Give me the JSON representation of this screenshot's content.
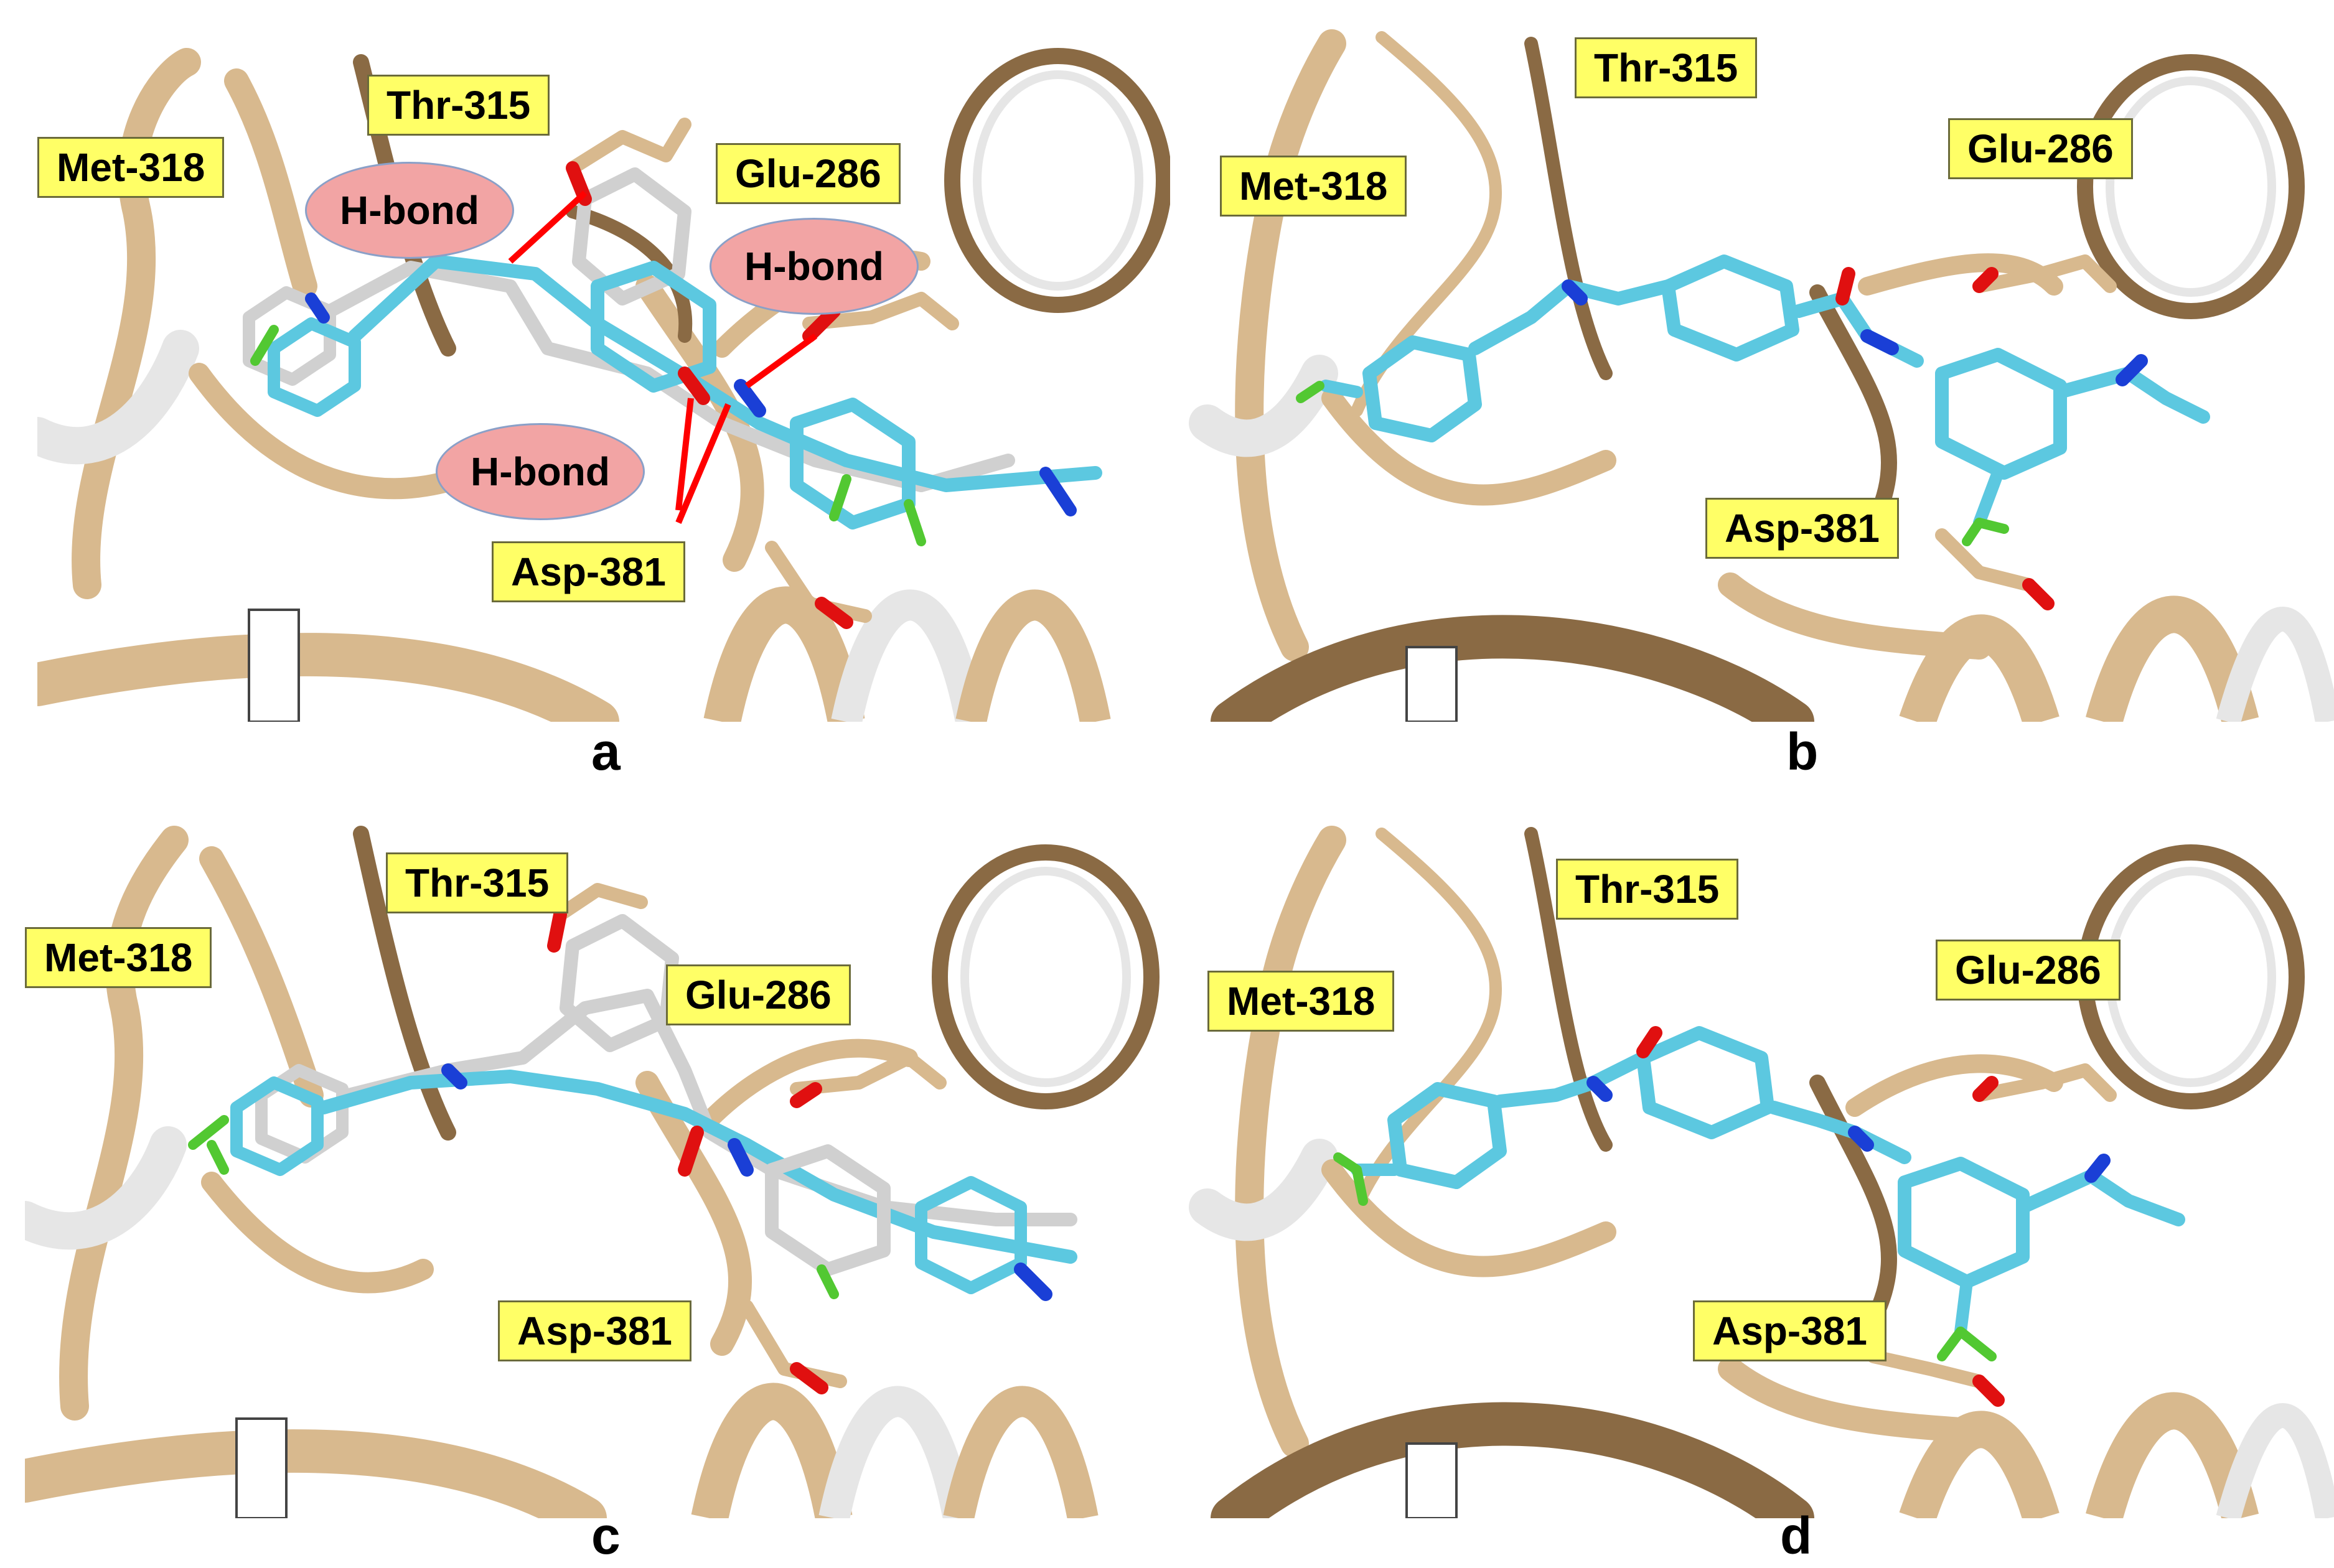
{
  "colors": {
    "ribbon": "#d8b98e",
    "ribbon_dark": "#8a6a44",
    "ribbon_white": "#e6e6e6",
    "ligand_cyan": "#5cc8e0",
    "ligand_white": "#d0d0d0",
    "nitrogen": "#1a3fd6",
    "oxygen": "#e01010",
    "fluorine": "#52c832",
    "hbond_line": "#ff0000",
    "label_bg": "#ffff66",
    "hbond_bg": "#f2a4a4"
  },
  "panels": [
    {
      "caption": "a",
      "labels": {
        "thr": "Thr-315",
        "met": "Met-318",
        "glu": "Glu-286",
        "asp": "Asp-381"
      },
      "hbonds": [
        "H-bond",
        "H-bond",
        "H-bond"
      ]
    },
    {
      "caption": "b",
      "labels": {
        "thr": "Thr-315",
        "met": "Met-318",
        "glu": "Glu-286",
        "asp": "Asp-381"
      }
    },
    {
      "caption": "c",
      "labels": {
        "thr": "Thr-315",
        "met": "Met-318",
        "glu": "Glu-286",
        "asp": "Asp-381"
      }
    },
    {
      "caption": "d",
      "labels": {
        "thr": "Thr-315",
        "met": "Met-318",
        "glu": "Glu-286",
        "asp": "Asp-381"
      }
    }
  ]
}
